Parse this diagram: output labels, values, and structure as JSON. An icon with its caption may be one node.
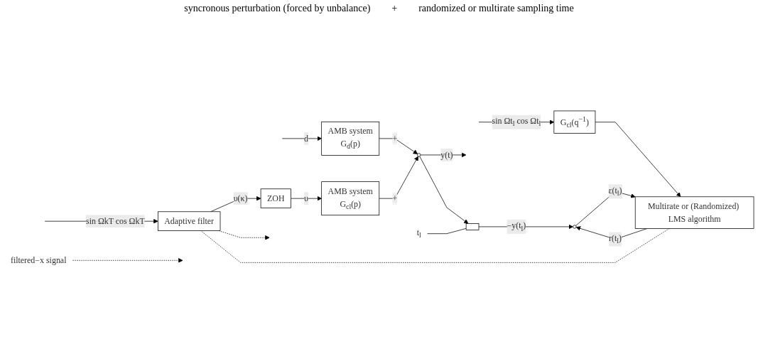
{
  "diagram": {
    "nodes": [
      {
        "text": [
          "Adaptive filter"
        ]
      },
      {
        "text": [
          "ZOH"
        ]
      },
      {
        "text": [
          "AMB system",
          "G$_{d}$(p)"
        ]
      },
      {
        "text": [
          "AMB system",
          "G$_{cl}$(p)"
        ]
      },
      {
        "text": [],
        "shape": "circle"
      },
      {
        "text": [
          "G$_{cl}$(q$^{−1}$)"
        ]
      },
      {
        "text": [
          "Multirate or (Randomized) LMS algorithm"
        ]
      },
      {
        "text": [],
        "shape": "circle"
      },
      {
        "text": [],
        "shape": "box"
      },
      {
        "text": [
          "filtered−x signal"
        ]
      },
      {
        "text": [
          "t$_{l}$"
        ]
      }
    ],
    "edges": [
      {
        "from": null,
        "to": 0,
        "arrow": "to",
        "label": "sin ΩkT cos ΩkT"
      },
      {
        "from": 0,
        "to": 1,
        "arrow": "to",
        "label": "υ(κ)"
      },
      {
        "from": null,
        "to": 2,
        "arrow": "to",
        "label": "d"
      },
      {
        "from": 1,
        "to": 3,
        "arrow": "to",
        "label": "υ"
      },
      {
        "from": 2,
        "to": 4,
        "arrow": "to",
        "label": "+"
      },
      {
        "from": 3,
        "to": 4,
        "arrow": "to",
        "label": "+"
      },
      {
        "from": 4,
        "to": null,
        "arrow": "to",
        "label": "y(t)"
      },
      {
        "from": 4,
        "to": 8,
        "arrow": "to"
      },
      {
        "from": null,
        "to": 5,
        "arrow": "to",
        "label": "sin Ωt$_{l}$ cos Ωt$_{l}$"
      },
      {
        "from": 5,
        "to": 6,
        "arrow": "to"
      },
      {
        "from": 8,
        "to": 7,
        "arrow": "to",
        "label": "−y(t$_{l}$)"
      },
      {
        "from": 7,
        "to": 6,
        "arrow": "to",
        "label": "ε(t$_{l}$)"
      },
      {
        "from": 6,
        "to": 7,
        "arrow": "to",
        "label": "r(t$_{l}$)"
      },
      {
        "from": 6,
        "to": 0,
        "arrow": "none",
        "style": "dashed"
      },
      {
        "from": 0,
        "to": null,
        "arrow": "to",
        "style": "dashed"
      },
      {
        "from": 9,
        "to": null,
        "arrow": "to",
        "style": "dashed"
      },
      {
        "from": 10,
        "to": 8,
        "arrow": "none"
      }
    ],
    "labels": [
      "syncronous perturbation (forced by unbalance)",
      "+",
      "randomized or multirate sampling time"
    ]
  }
}
